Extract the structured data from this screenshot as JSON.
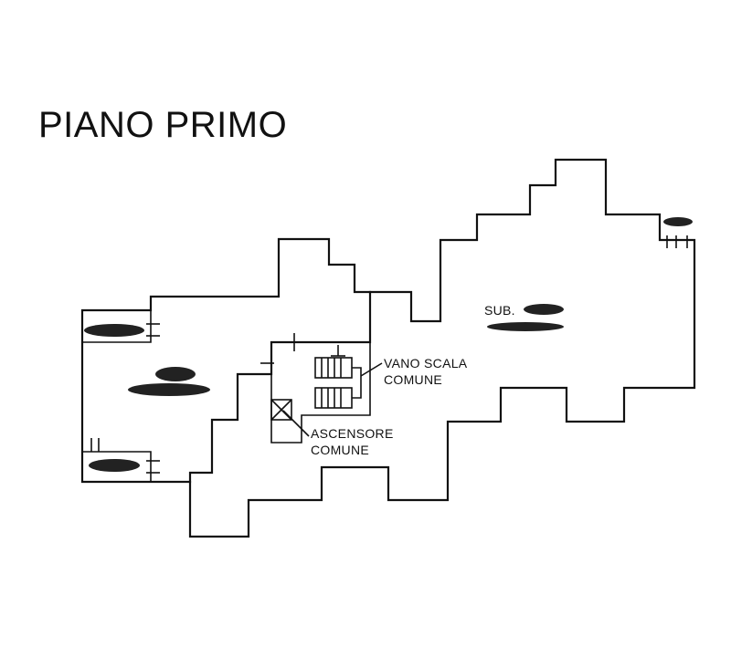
{
  "plan": {
    "title": "PIANO PRIMO",
    "labels": {
      "vano_scala_line1": "VANO SCALA",
      "vano_scala_line2": "COMUNE",
      "ascensore_line1": "ASCENSORE",
      "ascensore_line2": "COMUNE",
      "sub_prefix": "SUB."
    },
    "colors": {
      "ink": "#111111",
      "background": "#ffffff",
      "redaction": "#222222"
    },
    "icons": {
      "staircase": "staircase-symbol",
      "elevator": "elevator-x-symbol"
    }
  }
}
